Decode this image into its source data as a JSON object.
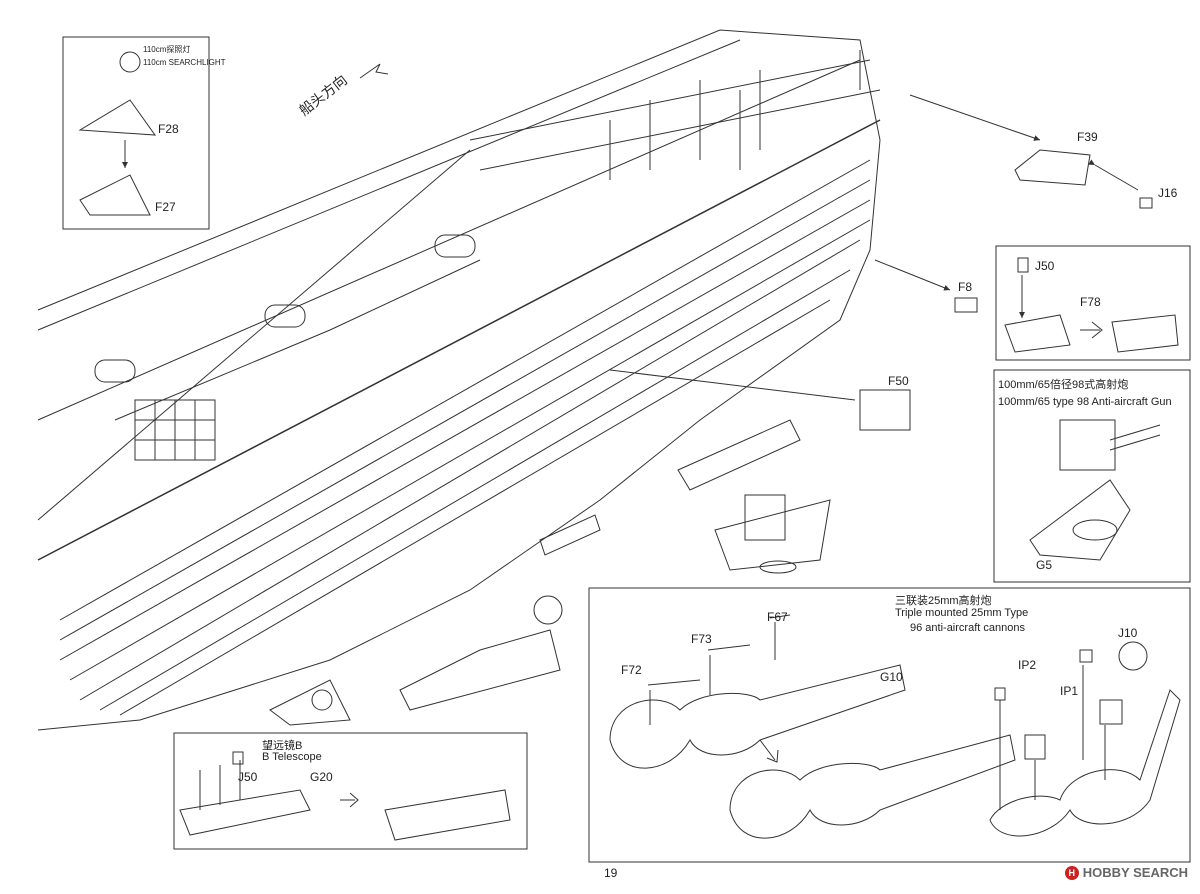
{
  "page_number": "19",
  "direction_label": "船头方向",
  "searchlight": {
    "cn": "110cm探照灯",
    "en": "110cm  SEARCHLIGHT"
  },
  "parts": {
    "f28": "F28",
    "f27": "F27",
    "f39": "F39",
    "j16": "J16",
    "f8": "F8",
    "j50": "J50",
    "f78": "F78",
    "f50": "F50",
    "g5": "G5",
    "g20": "G20",
    "j50b": "J50",
    "f72": "F72",
    "f73": "F73",
    "f67": "F67",
    "g10": "G10",
    "ip2": "IP2",
    "ip1": "IP1",
    "j10": "J10"
  },
  "gun100": {
    "cn": "100mm/65倍径98式高射炮",
    "en": "100mm/65 type 98 Anti-aircraft Gun"
  },
  "telescope": {
    "cn": "望远镜B",
    "en": "B  Telescope"
  },
  "triple25": {
    "cn": "三联装25mm高射炮",
    "en1": "Triple mounted 25mm Type",
    "en2": "96 anti-aircraft cannons"
  },
  "watermark": {
    "logo": "H",
    "text": "HOBBY SEARCH"
  }
}
